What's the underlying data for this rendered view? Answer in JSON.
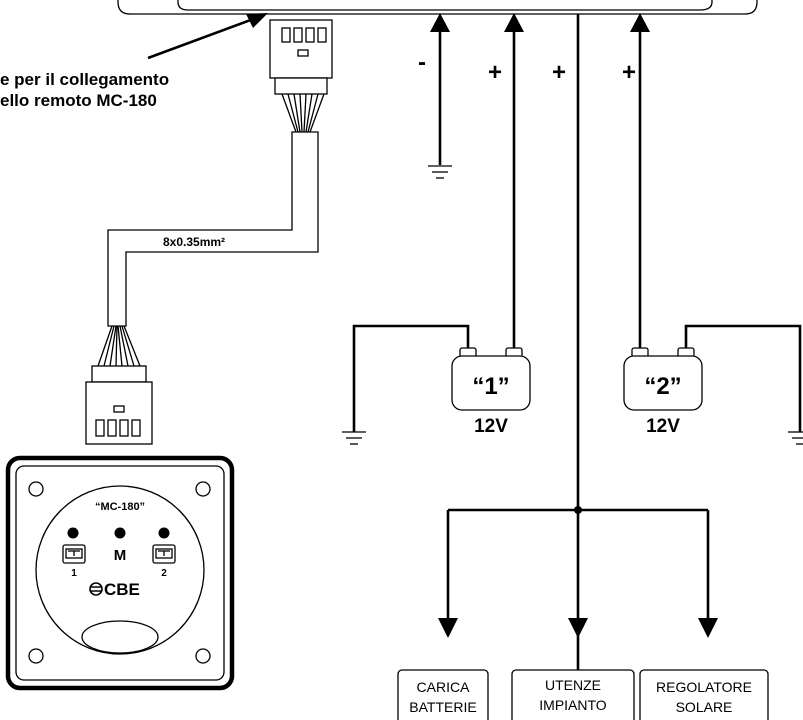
{
  "connector_label_line1": "e per il collegamento",
  "connector_label_line2": "ello remoto MC-180",
  "cable_label": "8x0.35mm²",
  "polarity": {
    "minus": "-",
    "plus1": "+",
    "plus_center": "+",
    "plus2": "+"
  },
  "batteries": [
    {
      "name": "“1”",
      "voltage": "12V"
    },
    {
      "name": "“2”",
      "voltage": "12V"
    }
  ],
  "panel": {
    "model": "“MC-180”",
    "mode_label": "M",
    "battery1_label": "1",
    "battery2_label": "2",
    "brand": "CBE"
  },
  "outputs": [
    {
      "line1": "CARICA",
      "line2": "BATTERIE"
    },
    {
      "line1": "UTENZE",
      "line2": "IMPIANTO"
    },
    {
      "line1": "REGOLATORE",
      "line2": "SOLARE"
    }
  ]
}
